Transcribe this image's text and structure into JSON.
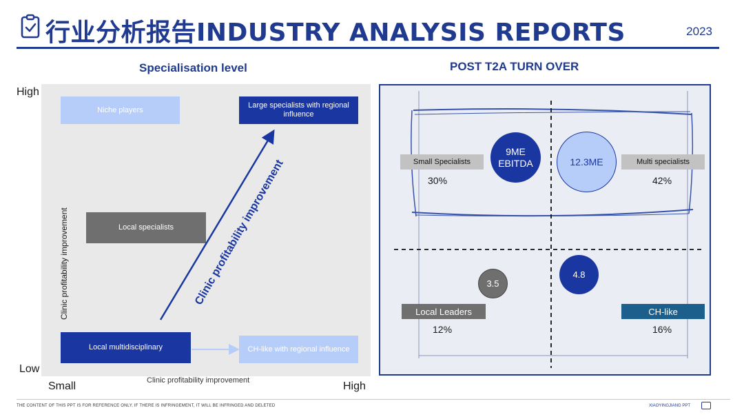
{
  "header": {
    "title": "行业分析报告INDUSTRY ANALYSIS REPORTS",
    "year": "2023"
  },
  "left": {
    "title": "Specialisation level",
    "y_high": "High",
    "y_low": "Low",
    "x_small": "Small",
    "x_high": "High",
    "y_axis_label": "Clinic profitability improvement",
    "x_axis_label": "Clinic profitability improvement",
    "arrow_label": "Clinic profitability improvement",
    "boxes": {
      "niche": "Niche players",
      "large": "Large specialists with regional influence",
      "local_spec": "Local specialists",
      "local_multi": "Local multidisciplinary",
      "chlike": "CH-like with regional influence"
    }
  },
  "right": {
    "title": "POST T2A TURN OVER",
    "small_specialists": "Small Specialists",
    "small_specialists_pct": "30%",
    "multi_specialists": "Multi specialists",
    "multi_specialists_pct": "42%",
    "local_leaders": "Local Leaders",
    "local_leaders_pct": "12%",
    "ch_like": "CH-like",
    "ch_like_pct": "16%",
    "circle_ebitda_1": "9ME",
    "circle_ebitda_2": "EBITDA",
    "circle_12": "12.3ME",
    "circle_35": "3.5",
    "circle_48": "4.8"
  },
  "footer": {
    "disclaimer": "THE CONTENT OF THIS PPT IS FOR REFERENCE ONLY, IF THERE IS INFRINGEMENT, IT WILL BE INFRINGED AND DELETED",
    "brand": "XIAOYINGJIANG PPT"
  },
  "colors": {
    "brand": "#1f3a8f",
    "light_blue": "#b7cdf9",
    "gray": "#6f6f6f",
    "teal": "#1c5f8c"
  }
}
